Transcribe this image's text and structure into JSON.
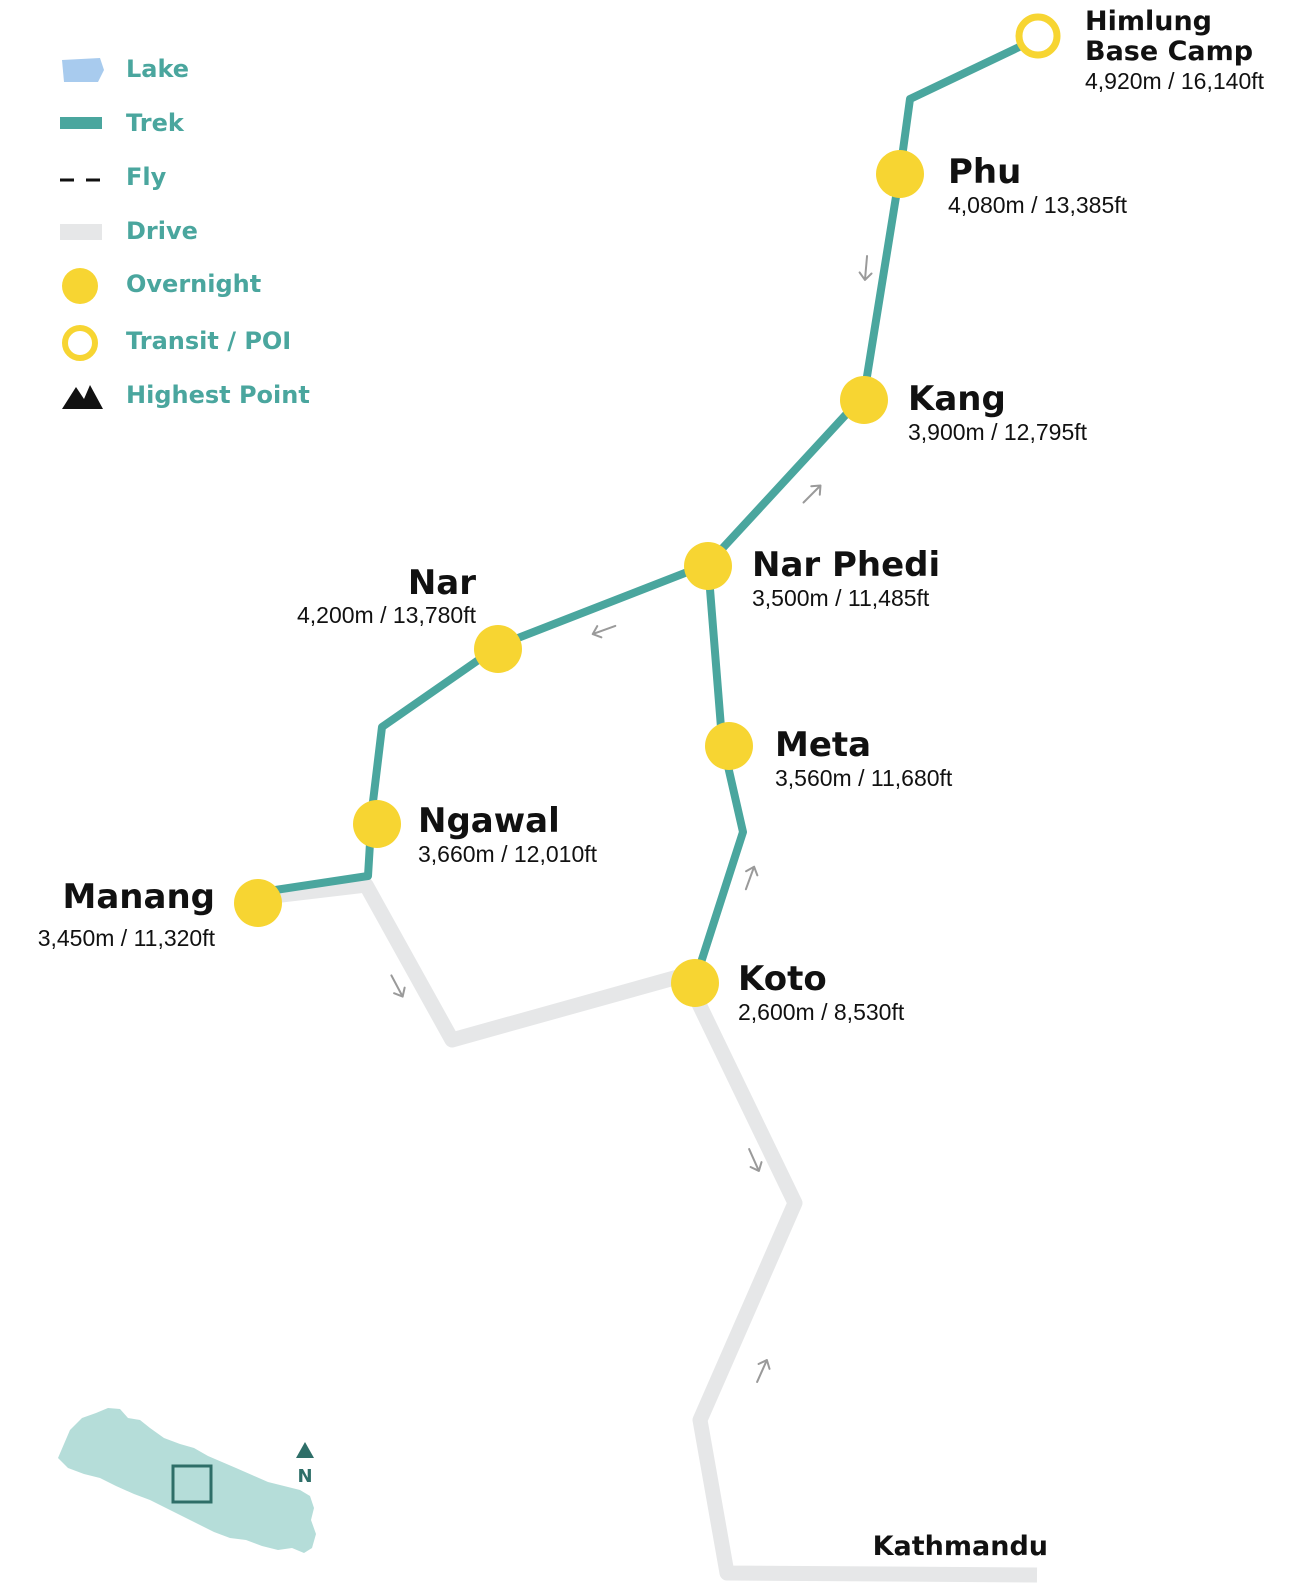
{
  "colors": {
    "trek": "#4aa69e",
    "drive": "#e6e7e8",
    "overnight": "#f7d532",
    "lake": "#a8cbee",
    "label": "#4aa69e",
    "inset_country": "#b5ddd9",
    "inset_box": "#2e6e68",
    "arrow": "#9a9a9a"
  },
  "legend": {
    "lake": "Lake",
    "trek": "Trek",
    "fly": "Fly",
    "drive": "Drive",
    "overnight": "Overnight",
    "transit": "Transit / POI",
    "highest": "Highest Point"
  },
  "places": {
    "himlung": {
      "name_line1": "Himlung",
      "name_line2": "Base Camp",
      "elevation": "4,920m / 16,140ft"
    },
    "phu": {
      "name": "Phu",
      "elevation": "4,080m / 13,385ft"
    },
    "kang": {
      "name": "Kang",
      "elevation": "3,900m / 12,795ft"
    },
    "nar_phedi": {
      "name": "Nar Phedi",
      "elevation": "3,500m / 11,485ft"
    },
    "nar": {
      "name": "Nar",
      "elevation": "4,200m / 13,780ft"
    },
    "meta": {
      "name": "Meta",
      "elevation": "3,560m / 11,680ft"
    },
    "ngawal": {
      "name": "Ngawal",
      "elevation": "3,660m / 12,010ft"
    },
    "manang": {
      "name": "Manang",
      "elevation": "3,450m / 11,320ft"
    },
    "koto": {
      "name": "Koto",
      "elevation": "2,600m / 8,530ft"
    },
    "kathmandu": {
      "name": "Kathmandu"
    }
  },
  "inset": {
    "north_label": "N"
  }
}
